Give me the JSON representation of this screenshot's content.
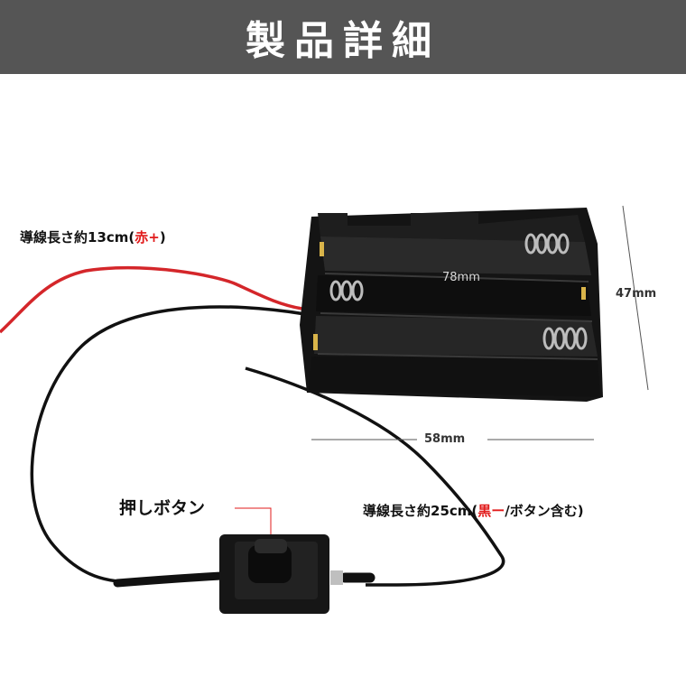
{
  "header": {
    "title": "製品詳細",
    "background": "#555555"
  },
  "labels": {
    "red_wire": {
      "prefix": "導線長さ約13cm(",
      "highlight": "赤+",
      "suffix": ")"
    },
    "black_wire": {
      "prefix": "導線長さ約25cm(",
      "highlight": "黒ー",
      "suffix": "/ボタン含む)"
    },
    "push_button": "押しボタン"
  },
  "dimensions": {
    "length": "58mm",
    "height": "47mm",
    "width": "78mm"
  },
  "colors": {
    "accent_red": "#e11b1b",
    "wire_red": "#d4262a",
    "wire_black": "#111111",
    "body": "#141414"
  }
}
